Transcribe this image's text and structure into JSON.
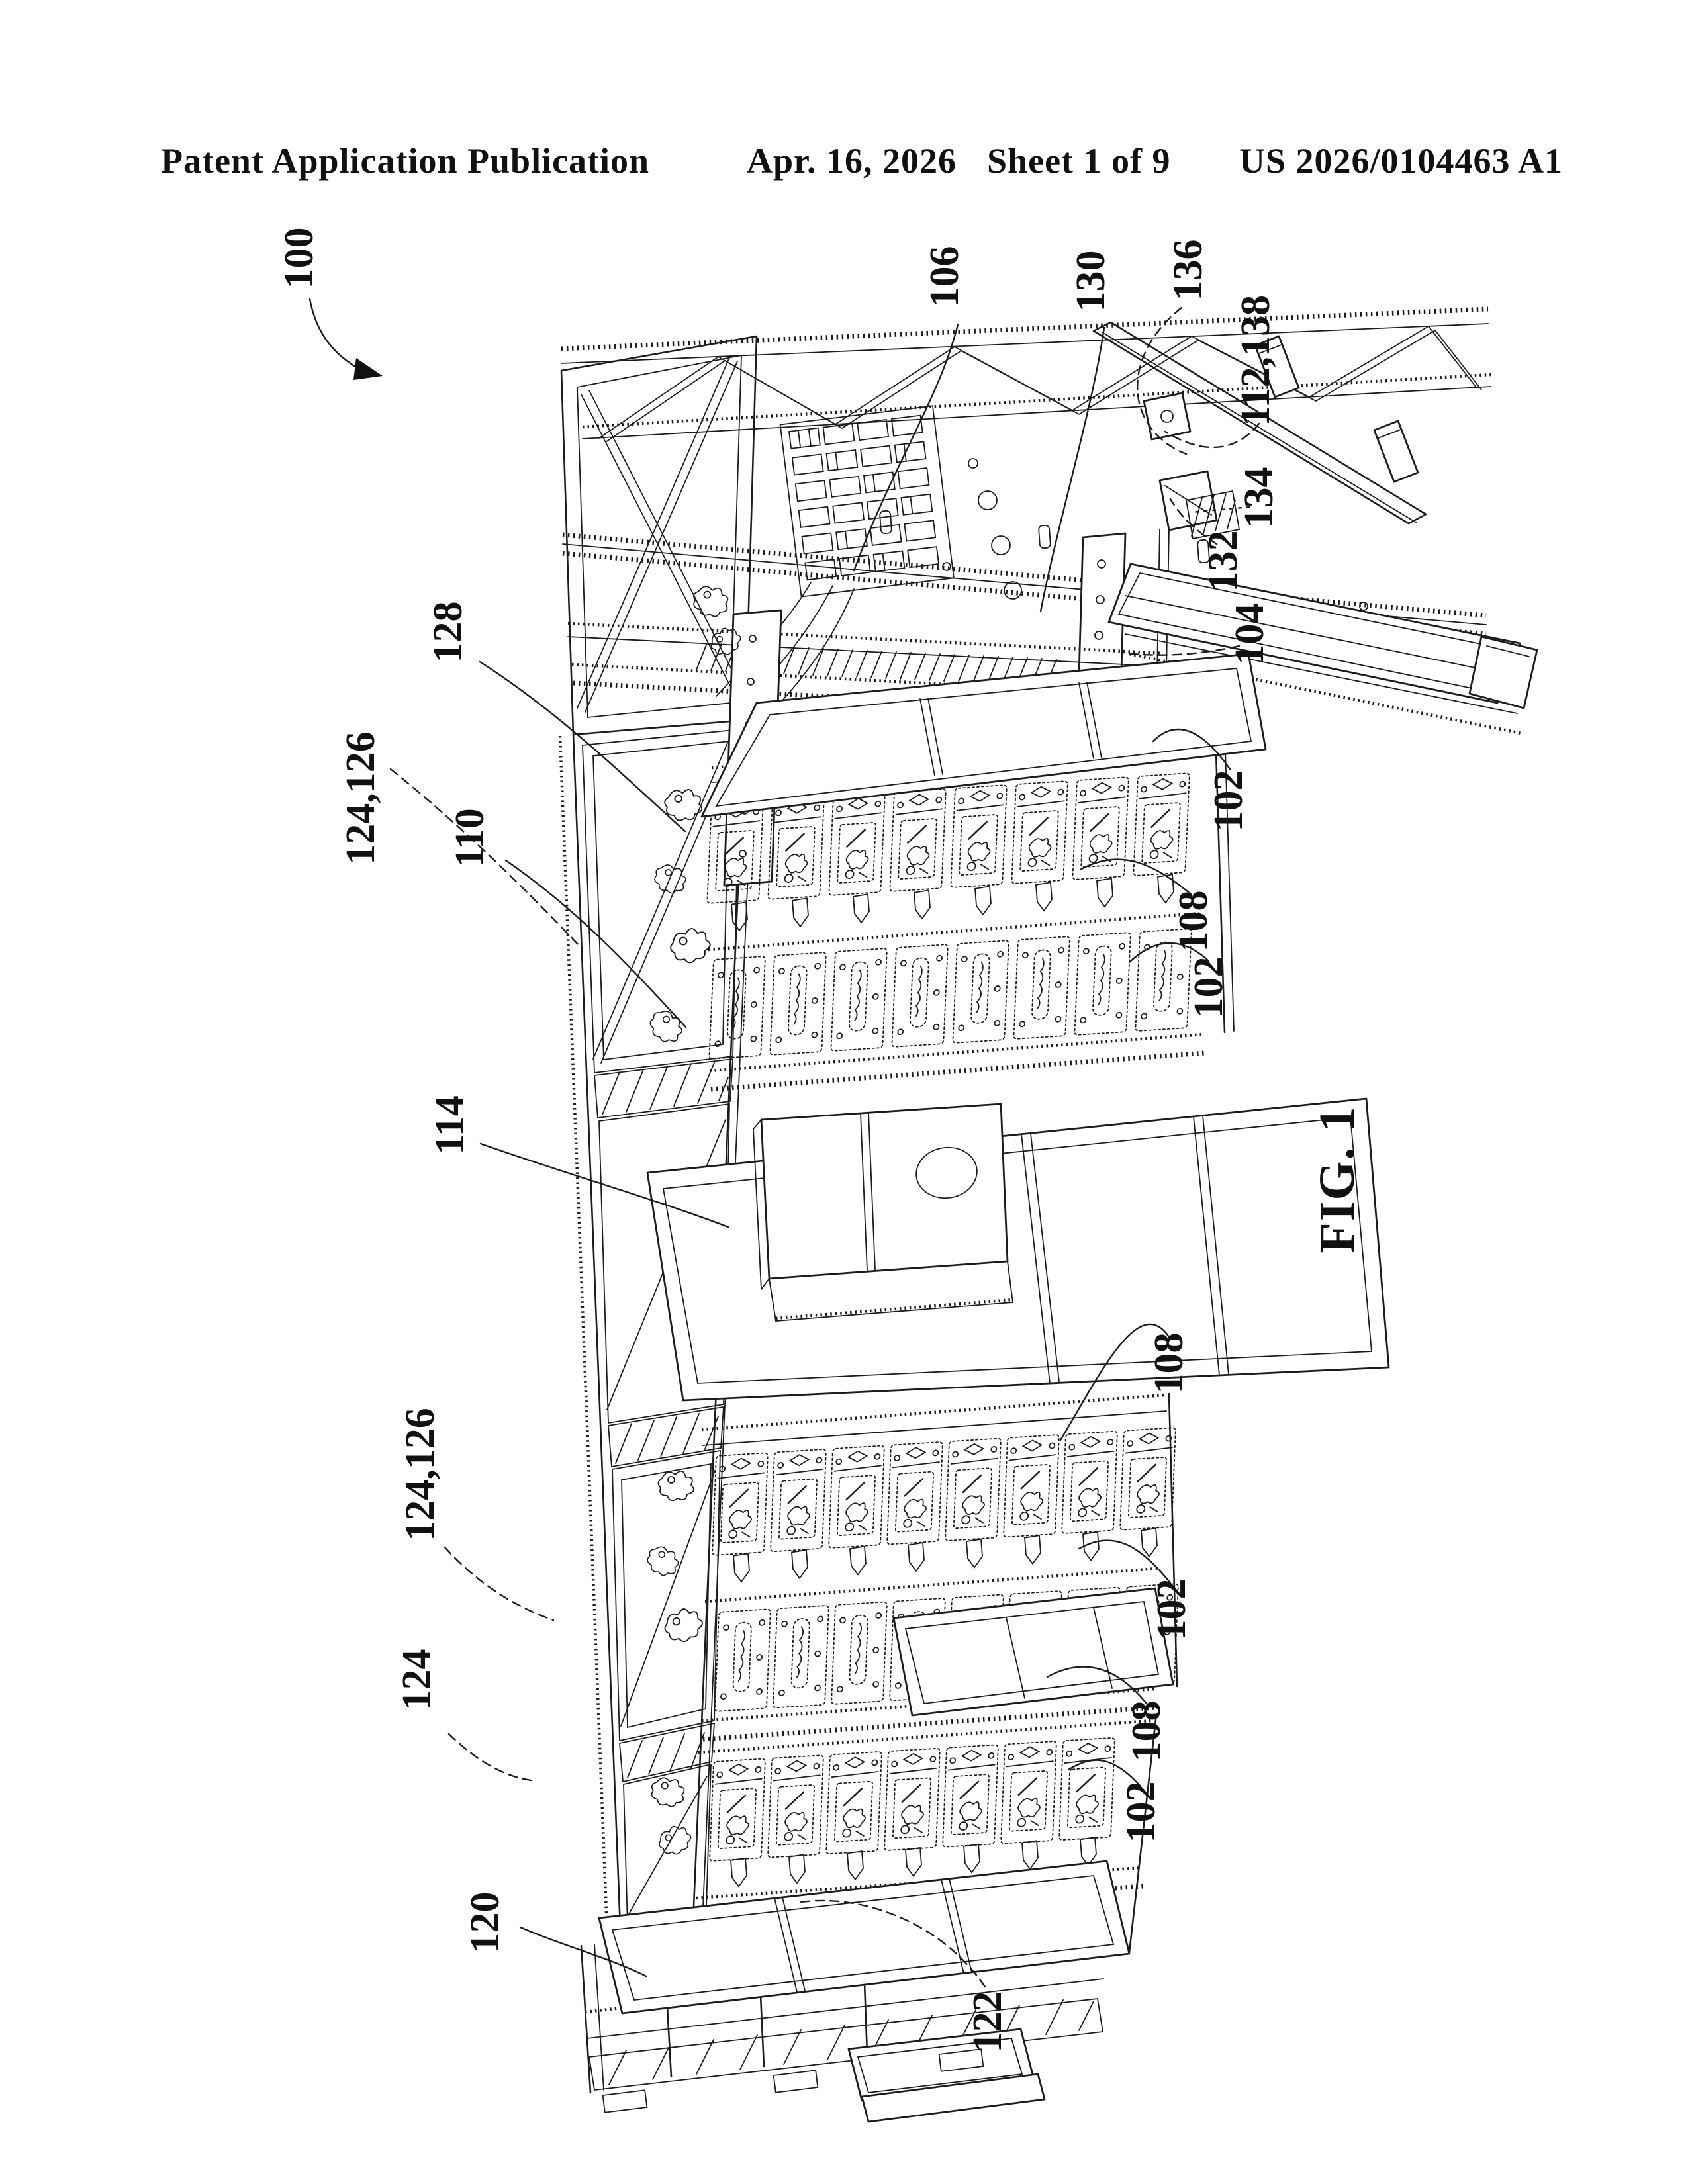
{
  "header": {
    "publication": "Patent Application Publication",
    "date": "Apr. 16, 2026",
    "sheet": "Sheet 1 of 9",
    "doc_number": "US 2026/0104463 A1"
  },
  "figure": {
    "caption": "FIG. 1",
    "labels": [
      {
        "id": "100",
        "text": "100"
      },
      {
        "id": "106",
        "text": "106"
      },
      {
        "id": "130",
        "text": "130"
      },
      {
        "id": "136",
        "text": "136"
      },
      {
        "id": "112-138",
        "text": "112,138"
      },
      {
        "id": "134",
        "text": "134"
      },
      {
        "id": "132",
        "text": "132"
      },
      {
        "id": "104",
        "text": "104"
      },
      {
        "id": "128",
        "text": "128"
      },
      {
        "id": "102a",
        "text": "102"
      },
      {
        "id": "124-126a",
        "text": "124,126"
      },
      {
        "id": "110",
        "text": "110"
      },
      {
        "id": "108a",
        "text": "108"
      },
      {
        "id": "102b",
        "text": "102"
      },
      {
        "id": "114",
        "text": "114"
      },
      {
        "id": "108b",
        "text": "108"
      },
      {
        "id": "124-126b",
        "text": "124,126"
      },
      {
        "id": "102c",
        "text": "102"
      },
      {
        "id": "124",
        "text": "124"
      },
      {
        "id": "108c",
        "text": "108"
      },
      {
        "id": "102d",
        "text": "102"
      },
      {
        "id": "120",
        "text": "120"
      },
      {
        "id": "122",
        "text": "122"
      }
    ]
  }
}
